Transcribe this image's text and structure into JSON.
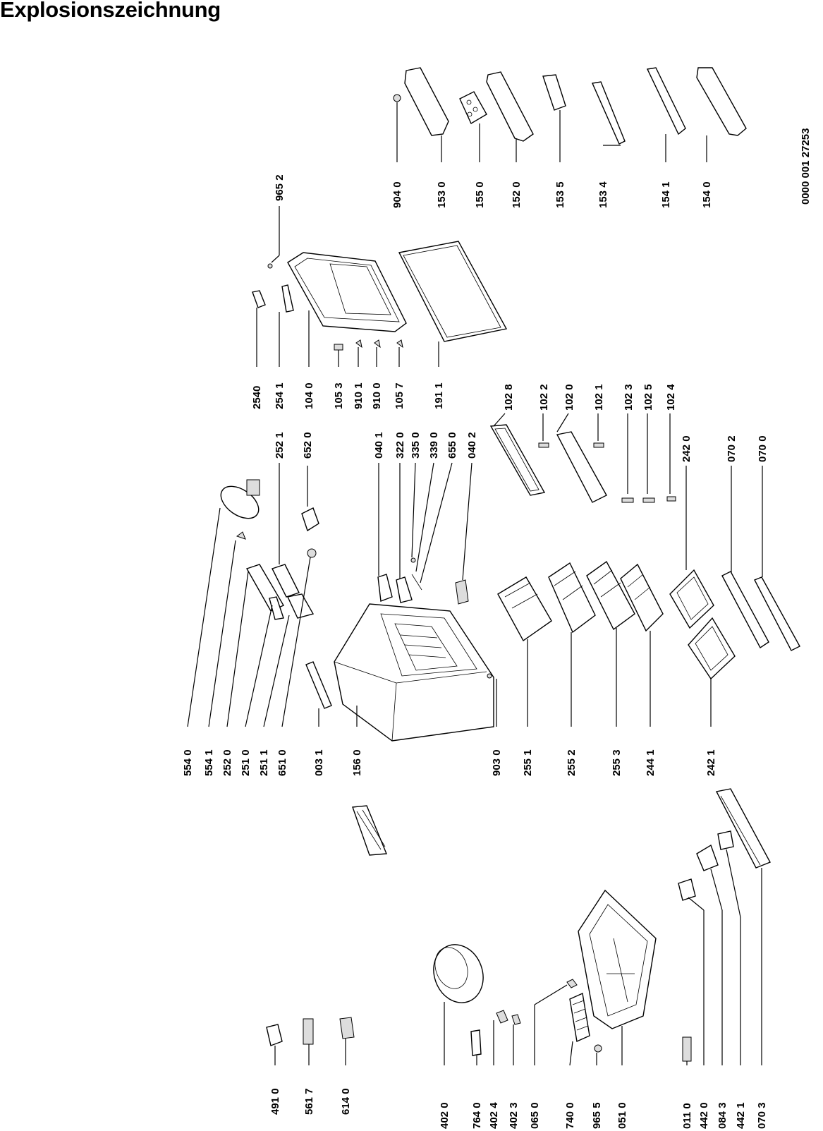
{
  "title": "Explosionszeichnung",
  "doc_code": "0000 001 27253",
  "labels": {
    "l9040": "904 0",
    "l1530": "153 0",
    "l1550": "155 0",
    "l1520": "152 0",
    "l1535": "153 5",
    "l1534": "153 4",
    "l1541": "154 1",
    "l1540": "154 0",
    "l9652": "965 2",
    "l2540": "2540",
    "l2541": "254 1",
    "l1040": "104 0",
    "l1053": "105 3",
    "l9101": "910 1",
    "l9100": "910 0",
    "l1057": "105 7",
    "l1911": "191 1",
    "l1028": "102 8",
    "l1022": "102 2",
    "l1020": "102 0",
    "l1021": "102 1",
    "l1023": "102 3",
    "l1025": "102 5",
    "l1024": "102 4",
    "l2521": "252 1",
    "l6520": "652 0",
    "l0401": "040 1",
    "l3220": "322 0",
    "l3350": "335 0",
    "l3390": "339 0",
    "l6550": "655 0",
    "l0402": "040 2",
    "l2420": "242 0",
    "l0702": "070 2",
    "l0700": "070 0",
    "l5540": "554 0",
    "l5541": "554 1",
    "l2520": "252 0",
    "l2510": "251 0",
    "l2511": "251 1",
    "l6510": "651 0",
    "l0031": "003 1",
    "l1560": "156 0",
    "l9030": "903 0",
    "l2551": "255 1",
    "l2552": "255 2",
    "l2553": "255 3",
    "l2441": "244 1",
    "l2421": "242 1",
    "l4910": "491 0",
    "l5617": "561 7",
    "l6140": "614 0",
    "l4020": "402 0",
    "l7640": "764 0",
    "l4024": "402 4",
    "l4023": "402 3",
    "l0650": "065 0",
    "l7400": "740 0",
    "l9655": "965 5",
    "l0510": "051 0",
    "l0110": "011 0",
    "l4420": "442 0",
    "l0843": "084 3",
    "l4421": "442 1",
    "l0703": "070 3"
  }
}
